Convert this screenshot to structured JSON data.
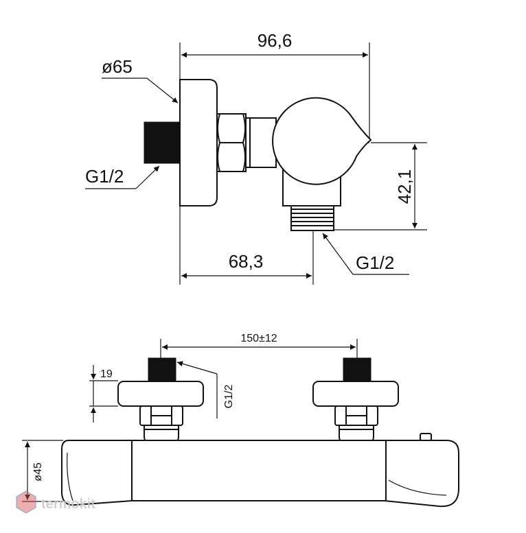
{
  "top_view": {
    "dim_width": "96,6",
    "dim_diameter": "ø65",
    "dim_inlet_thread": "G1/2",
    "dim_height": "42,1",
    "dim_depth": "68,3",
    "dim_outlet_thread": "G1/2"
  },
  "front_view": {
    "dim_spacing": "150±12",
    "dim_flange": "19",
    "dim_thread": "G1/2",
    "dim_body_diameter": "ø45"
  },
  "watermark": {
    "text": "termokit",
    "color": "#d9534f"
  }
}
